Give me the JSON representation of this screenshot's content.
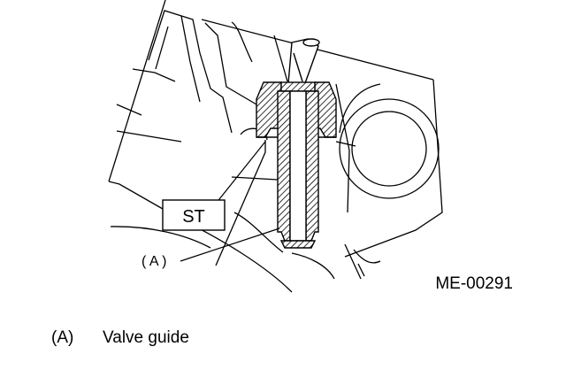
{
  "labels": {
    "tool": "ST",
    "part_marker": "( A )",
    "figure_code": "ME-00291"
  },
  "legend": [
    {
      "key": "(A)",
      "text": "Valve guide"
    }
  ]
}
